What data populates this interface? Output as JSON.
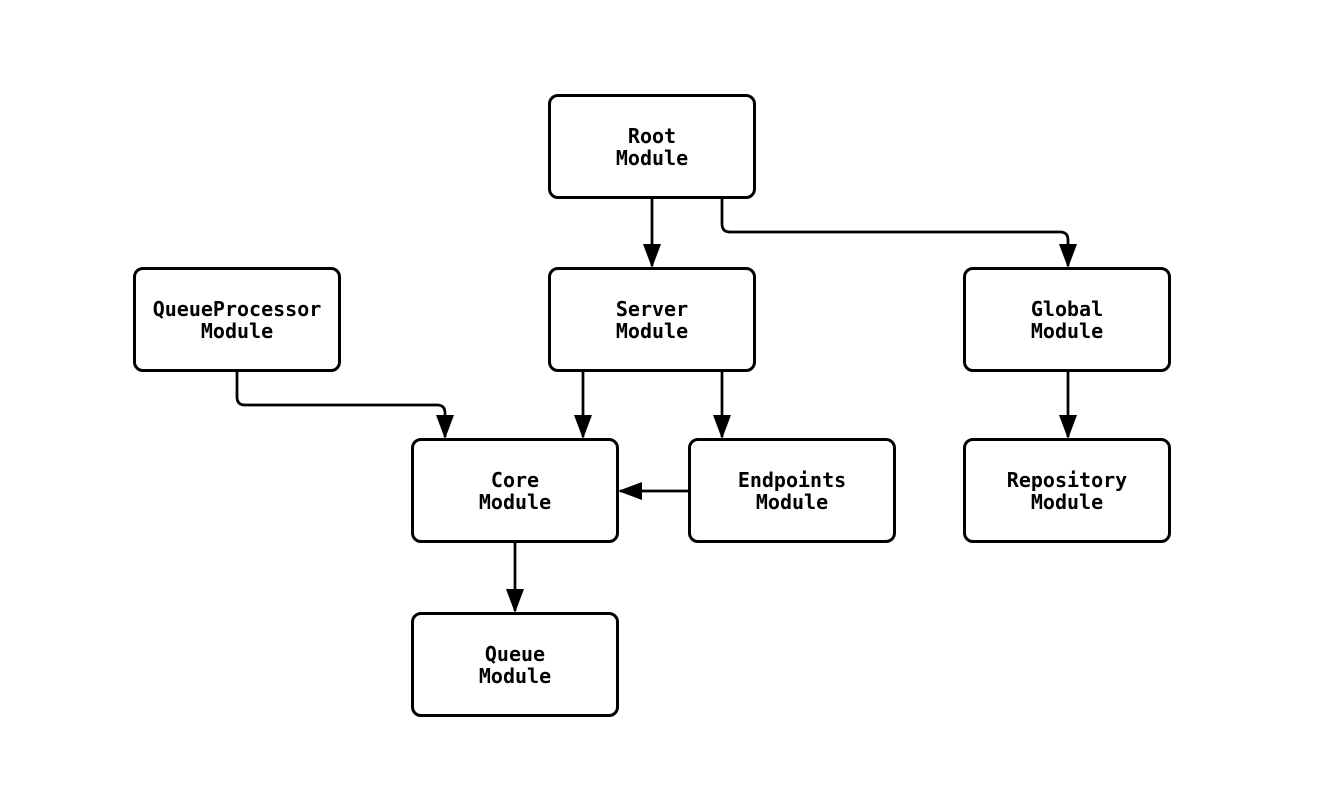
{
  "diagram": {
    "type": "flowchart-top-down",
    "colors": {
      "background": "#ffffff",
      "node_fill": "#ffffff",
      "node_border": "#000000",
      "edge": "#000000",
      "text": "#000000"
    },
    "nodes": {
      "root": {
        "line1": "Root",
        "line2": "Module"
      },
      "queueprocessor": {
        "line1": "QueueProcessor",
        "line2": "Module"
      },
      "server": {
        "line1": "Server",
        "line2": "Module"
      },
      "global": {
        "line1": "Global",
        "line2": "Module"
      },
      "core": {
        "line1": "Core",
        "line2": "Module"
      },
      "endpoints": {
        "line1": "Endpoints",
        "line2": "Module"
      },
      "repository": {
        "line1": "Repository",
        "line2": "Module"
      },
      "queue": {
        "line1": "Queue",
        "line2": "Module"
      }
    },
    "edges": [
      {
        "from": "Root Module",
        "to": "Server Module"
      },
      {
        "from": "Root Module",
        "to": "Global Module"
      },
      {
        "from": "QueueProcessor Module",
        "to": "Core Module"
      },
      {
        "from": "Server Module",
        "to": "Core Module"
      },
      {
        "from": "Server Module",
        "to": "Endpoints Module"
      },
      {
        "from": "Endpoints Module",
        "to": "Core Module"
      },
      {
        "from": "Global Module",
        "to": "Repository Module"
      },
      {
        "from": "Core Module",
        "to": "Queue Module"
      }
    ]
  }
}
